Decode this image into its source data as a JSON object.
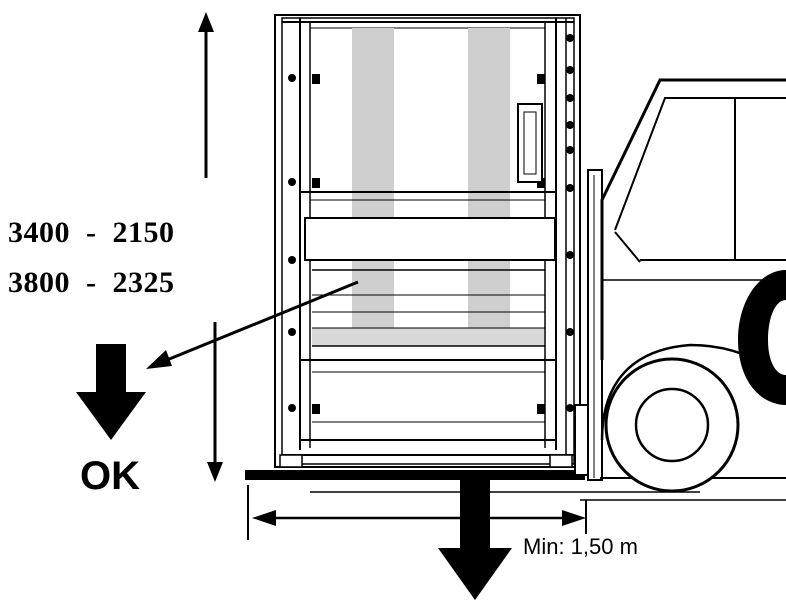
{
  "dimensions": {
    "line1": "3400  -  2150",
    "line2": "3800  -  2325"
  },
  "ok_label": "OK",
  "min_distance_label": "Min: 1,50 m",
  "colors": {
    "line": "#000000",
    "panel_stripe": "#cfcfcf",
    "background": "#ffffff"
  }
}
